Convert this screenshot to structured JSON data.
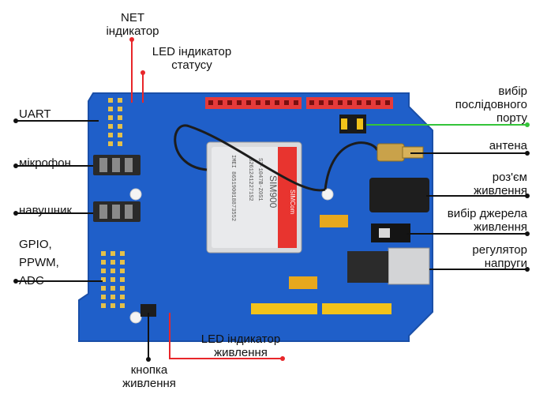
{
  "colors": {
    "pcb": "#1f5fc9",
    "pcb_edge": "#1a4fa8",
    "header_red": "#e53a3a",
    "header_yellow": "#f2c21a",
    "module_red": "#e8342f",
    "module_metal": "#e9eaec",
    "leader_red": "#e8262a",
    "leader_black": "#111111",
    "leader_green": "#35c43a"
  },
  "labels": {
    "net": [
      "NET",
      "індикатор"
    ],
    "led_status": [
      "LED індикатор",
      "статусу"
    ],
    "uart": "UART",
    "microphone": "мікрофон",
    "headphones": "навушник",
    "gpio": [
      "GPIO,",
      "PPWM,",
      "ADC"
    ],
    "led_power": [
      "LED індикатор",
      "живлення"
    ],
    "power_button": [
      "кнопка",
      "живлення"
    ],
    "serial_select": [
      "вибір",
      "послідовного",
      "порту"
    ],
    "antenna": "антена",
    "power_jack": [
      "роз'єм",
      "живлення"
    ],
    "power_source": [
      "вибір джерела",
      "живлення"
    ],
    "regulator": [
      "регулятор",
      "напруги"
    ]
  },
  "module": {
    "brand": "SIMCom",
    "model": "SIM900",
    "line1": "S2-1047B-Z0S1",
    "line2": "S2612412271S2",
    "imei": "IMEI 865190018873552"
  }
}
